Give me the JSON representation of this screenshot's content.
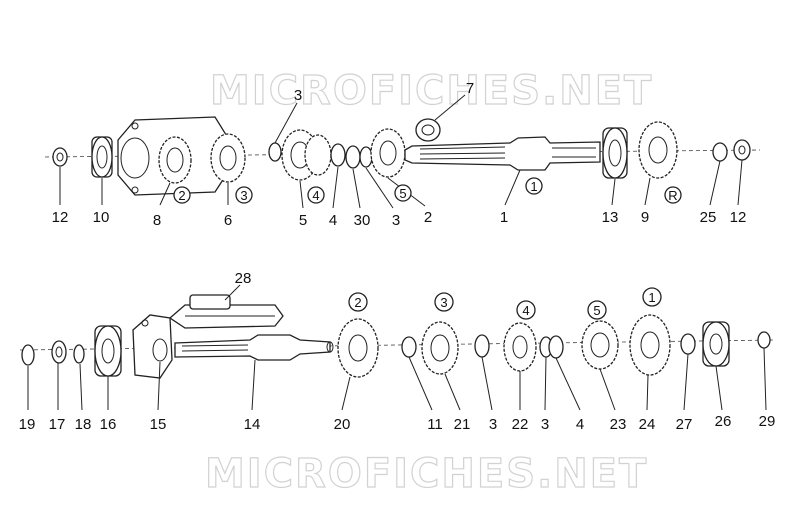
{
  "watermark": "MICROFICHES.NET",
  "top_labels": [
    {
      "id": "12a",
      "text": "12"
    },
    {
      "id": "10",
      "text": "10"
    },
    {
      "id": "8",
      "text": "8"
    },
    {
      "id": "6",
      "text": "6"
    },
    {
      "id": "3a",
      "text": "3"
    },
    {
      "id": "5",
      "text": "5"
    },
    {
      "id": "4",
      "text": "4"
    },
    {
      "id": "30",
      "text": "30"
    },
    {
      "id": "3b",
      "text": "3"
    },
    {
      "id": "2",
      "text": "2"
    },
    {
      "id": "7",
      "text": "7"
    },
    {
      "id": "1",
      "text": "1"
    },
    {
      "id": "13",
      "text": "13"
    },
    {
      "id": "9",
      "text": "9"
    },
    {
      "id": "25",
      "text": "25"
    },
    {
      "id": "12b",
      "text": "12"
    }
  ],
  "top_gear_markers": [
    "2",
    "3",
    "4",
    "5",
    "1",
    "R"
  ],
  "bottom_labels": [
    {
      "id": "19",
      "text": "19"
    },
    {
      "id": "17",
      "text": "17"
    },
    {
      "id": "18",
      "text": "18"
    },
    {
      "id": "16",
      "text": "16"
    },
    {
      "id": "15",
      "text": "15"
    },
    {
      "id": "14",
      "text": "14"
    },
    {
      "id": "28",
      "text": "28"
    },
    {
      "id": "20",
      "text": "20"
    },
    {
      "id": "11",
      "text": "11"
    },
    {
      "id": "21",
      "text": "21"
    },
    {
      "id": "3c",
      "text": "3"
    },
    {
      "id": "22",
      "text": "22"
    },
    {
      "id": "3d",
      "text": "3"
    },
    {
      "id": "4b",
      "text": "4"
    },
    {
      "id": "23",
      "text": "23"
    },
    {
      "id": "24",
      "text": "24"
    },
    {
      "id": "27",
      "text": "27"
    },
    {
      "id": "26",
      "text": "26"
    },
    {
      "id": "29",
      "text": "29"
    }
  ],
  "bottom_gear_markers": [
    "2",
    "3",
    "4",
    "5",
    "1"
  ]
}
